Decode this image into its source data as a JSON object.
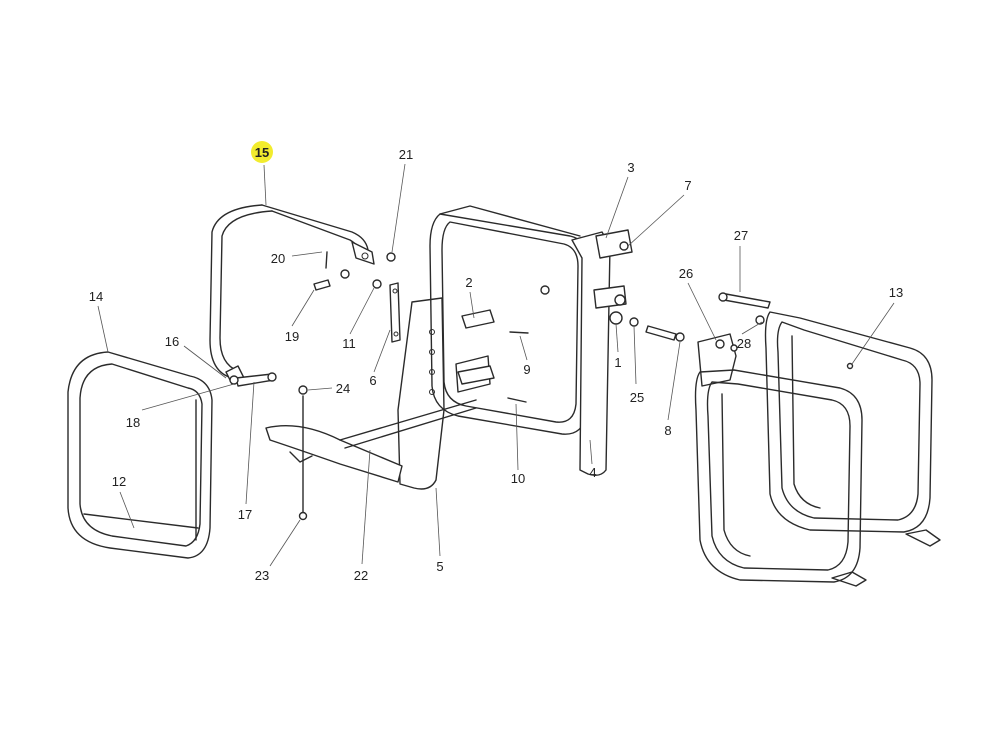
{
  "highlight_color": "#f2ec2e",
  "selected_part": "15",
  "callouts": [
    {
      "label": "15",
      "highlighted": true
    },
    {
      "label": "21"
    },
    {
      "label": "3"
    },
    {
      "label": "7"
    },
    {
      "label": "20"
    },
    {
      "label": "2"
    },
    {
      "label": "27"
    },
    {
      "label": "14"
    },
    {
      "label": "19"
    },
    {
      "label": "11"
    },
    {
      "label": "26"
    },
    {
      "label": "13"
    },
    {
      "label": "16"
    },
    {
      "label": "9"
    },
    {
      "label": "28"
    },
    {
      "label": "6"
    },
    {
      "label": "1"
    },
    {
      "label": "24"
    },
    {
      "label": "25"
    },
    {
      "label": "18"
    },
    {
      "label": "8"
    },
    {
      "label": "10"
    },
    {
      "label": "4"
    },
    {
      "label": "12"
    },
    {
      "label": "17"
    },
    {
      "label": "23"
    },
    {
      "label": "22"
    },
    {
      "label": "5"
    }
  ]
}
